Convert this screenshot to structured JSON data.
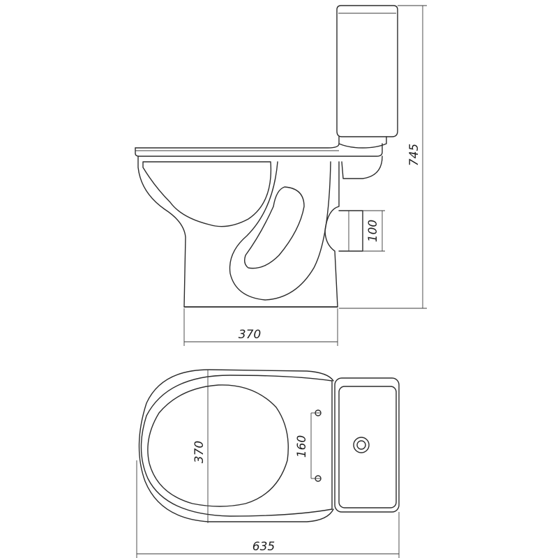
{
  "drawing": {
    "side_view": {
      "height_label": "745",
      "outlet_label": "100",
      "base_width_label": "370"
    },
    "top_view": {
      "seat_width_label": "370",
      "bolt_spacing_label": "160",
      "overall_length_label": "635"
    },
    "colors": {
      "line": "#2b2b2b",
      "background": "#ffffff"
    }
  }
}
